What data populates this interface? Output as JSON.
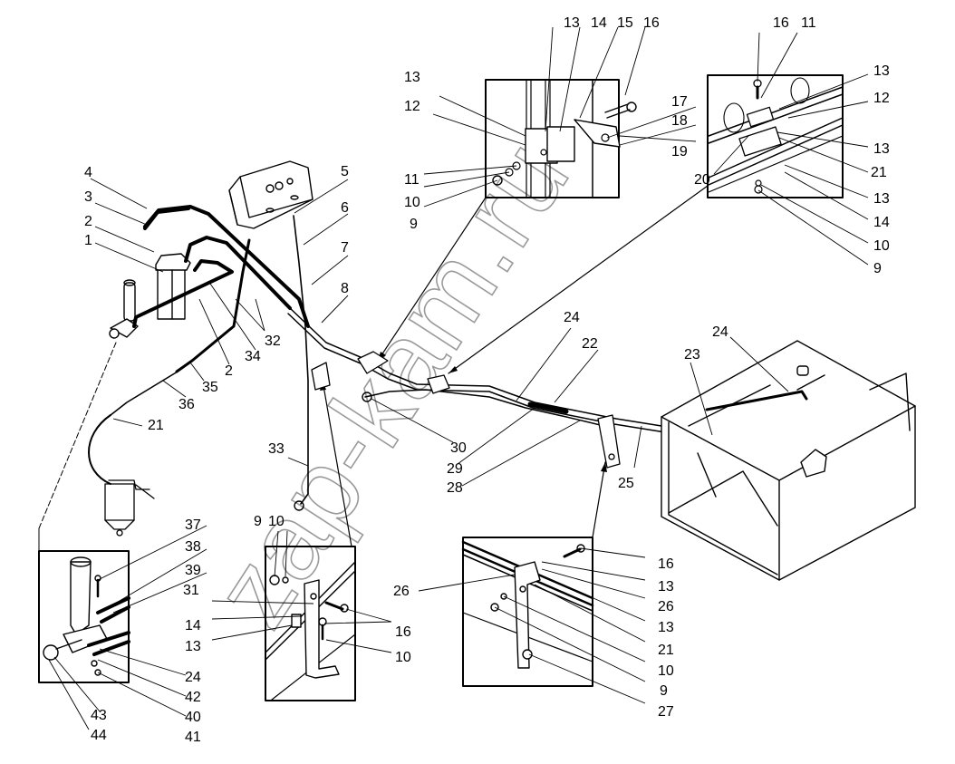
{
  "diagram": {
    "title": "Fuel lines layout (exploded view)",
    "watermark": "zap-kam.ru",
    "colors": {
      "line": "#000000",
      "watermark": "#9a9a9a",
      "background": "#ffffff"
    },
    "main_callouts": [
      {
        "id": "c1",
        "text": "1"
      },
      {
        "id": "c2a",
        "text": "2"
      },
      {
        "id": "c3",
        "text": "3"
      },
      {
        "id": "c4",
        "text": "4"
      },
      {
        "id": "c5",
        "text": "5"
      },
      {
        "id": "c6",
        "text": "6"
      },
      {
        "id": "c7",
        "text": "7"
      },
      {
        "id": "c8",
        "text": "8"
      },
      {
        "id": "c32",
        "text": "32"
      },
      {
        "id": "c34",
        "text": "34"
      },
      {
        "id": "c2b",
        "text": "2"
      },
      {
        "id": "c35",
        "text": "35"
      },
      {
        "id": "c36",
        "text": "36"
      },
      {
        "id": "c21",
        "text": "21"
      },
      {
        "id": "c33",
        "text": "33"
      },
      {
        "id": "c24a",
        "text": "24"
      },
      {
        "id": "c22",
        "text": "22"
      },
      {
        "id": "c30",
        "text": "30"
      },
      {
        "id": "c29",
        "text": "29"
      },
      {
        "id": "c28",
        "text": "28"
      },
      {
        "id": "c25",
        "text": "25"
      },
      {
        "id": "c23",
        "text": "23"
      },
      {
        "id": "c24b",
        "text": "24"
      }
    ],
    "inset_top_middle": [
      {
        "text": "13"
      },
      {
        "text": "14"
      },
      {
        "text": "15"
      },
      {
        "text": "16"
      },
      {
        "text": "13"
      },
      {
        "text": "12"
      },
      {
        "text": "17"
      },
      {
        "text": "18"
      },
      {
        "text": "19"
      },
      {
        "text": "11"
      },
      {
        "text": "10"
      },
      {
        "text": "9"
      }
    ],
    "inset_top_right": [
      {
        "text": "16"
      },
      {
        "text": "11"
      },
      {
        "text": "13"
      },
      {
        "text": "12"
      },
      {
        "text": "13"
      },
      {
        "text": "21"
      },
      {
        "text": "20"
      },
      {
        "text": "13"
      },
      {
        "text": "14"
      },
      {
        "text": "10"
      },
      {
        "text": "9"
      }
    ],
    "inset_bottom_left": [
      {
        "text": "37"
      },
      {
        "text": "38"
      },
      {
        "text": "39"
      },
      {
        "text": "24"
      },
      {
        "text": "42"
      },
      {
        "text": "40"
      },
      {
        "text": "41"
      },
      {
        "text": "43"
      },
      {
        "text": "44"
      }
    ],
    "inset_bottom_middle": [
      {
        "text": "9"
      },
      {
        "text": "10"
      },
      {
        "text": "31"
      },
      {
        "text": "14"
      },
      {
        "text": "13"
      },
      {
        "text": "16"
      },
      {
        "text": "10"
      }
    ],
    "inset_bottom_right": [
      {
        "text": "16"
      },
      {
        "text": "13"
      },
      {
        "text": "26"
      },
      {
        "text": "13"
      },
      {
        "text": "21"
      },
      {
        "text": "10"
      },
      {
        "text": "9"
      },
      {
        "text": "27"
      },
      {
        "text": "26"
      }
    ]
  }
}
